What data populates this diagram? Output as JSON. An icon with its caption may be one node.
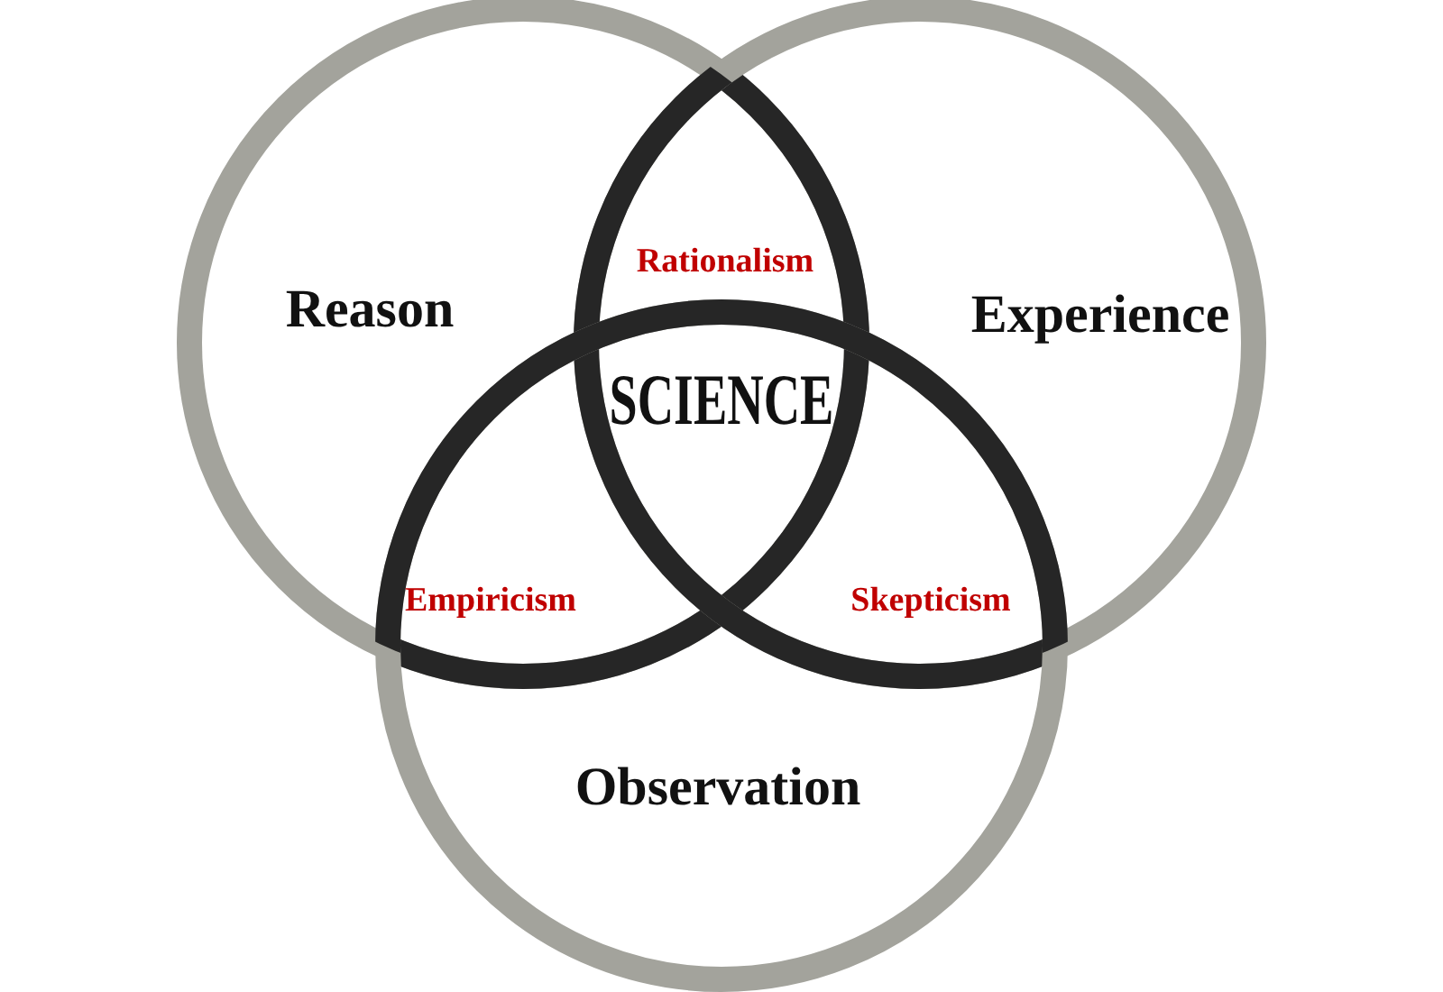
{
  "diagram": {
    "nodes": [
      {
        "text": [
          "Reason"
        ]
      },
      {
        "text": [
          "Experience"
        ]
      },
      {
        "text": [
          "Observation"
        ]
      }
    ],
    "edges": [],
    "labels": [
      "Rationalism",
      "SCIENCE",
      "Empiricism",
      "Skepticism"
    ]
  }
}
